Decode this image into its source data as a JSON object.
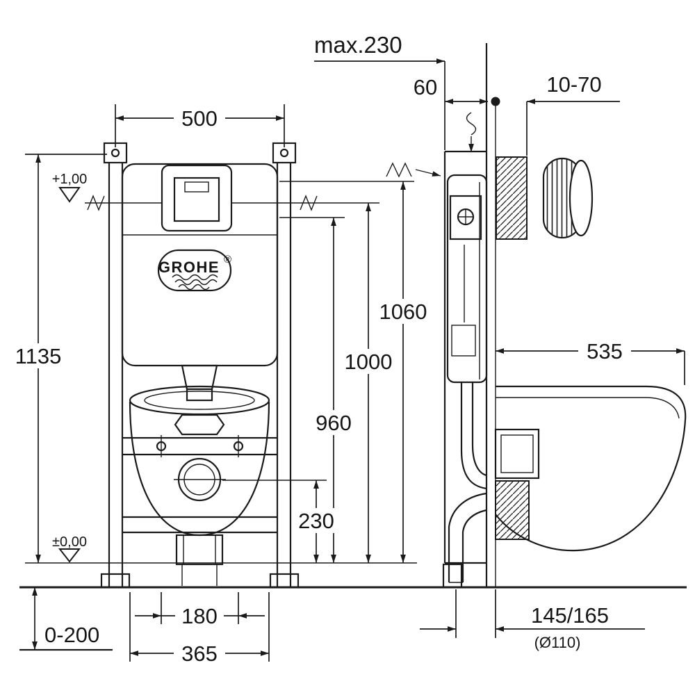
{
  "brand": {
    "name": "GROHE",
    "registered": "®"
  },
  "front_view": {
    "width": "500",
    "frame_height": "1135",
    "level_top": "+1,00",
    "level_zero": "±0,00",
    "floor_adjust": "0-200",
    "bolt_spacing": "180",
    "base_width": "365",
    "outlet_height": "230",
    "height_960": "960",
    "height_1000": "1000",
    "height_1060": "1060"
  },
  "side_view": {
    "max_depth": "max.230",
    "top_offset": "60",
    "plate_range": "10-70",
    "bowl_depth": "535",
    "outlet_offset": "145/165",
    "pipe_diameter": "(Ø110)"
  }
}
